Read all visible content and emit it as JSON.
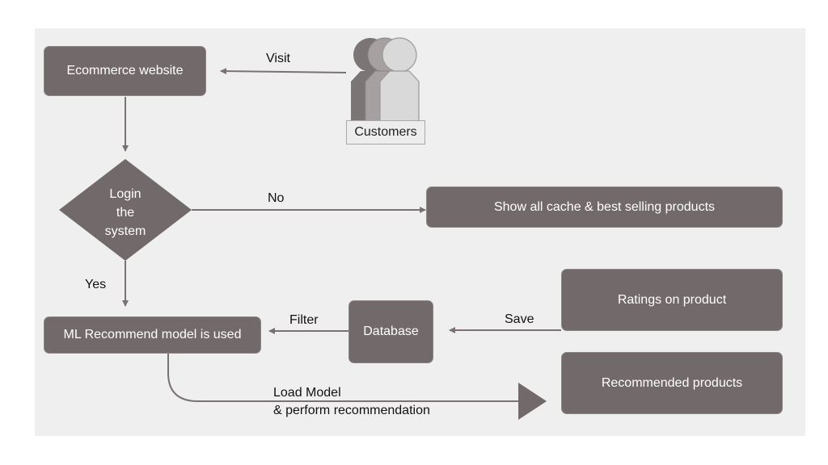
{
  "nodes": {
    "ecommerce": "Ecommerce website",
    "login_line1": "Login",
    "login_line2": "the",
    "login_line3": "system",
    "show_cache": "Show all cache & best selling products",
    "ml_model": "ML Recommend model is used",
    "database": "Database",
    "ratings": "Ratings on product",
    "recommended": "Recommended products",
    "customers": "Customers"
  },
  "edges": {
    "visit": "Visit",
    "no": "No",
    "yes": "Yes",
    "filter": "Filter",
    "save": "Save",
    "load_line1": "Load Model",
    "load_line2": "& perform recommendation"
  },
  "colors": {
    "node_fill": "#726a6a",
    "arrow": "#7a7272",
    "background": "#efefef"
  },
  "icons": [
    "customers-group-icon"
  ]
}
